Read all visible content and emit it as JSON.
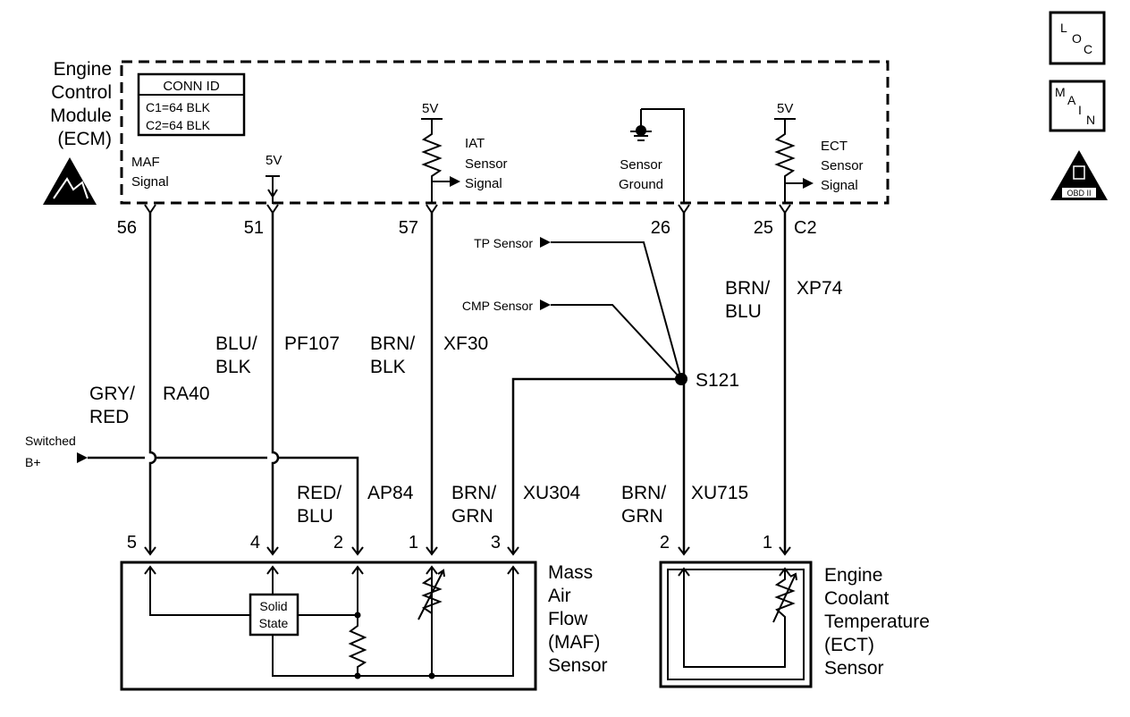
{
  "ecm": {
    "title": [
      "Engine",
      "Control",
      "Module",
      "(ECM)"
    ],
    "conn_id": {
      "header": "CONN ID",
      "lines": [
        "C1=64 BLK",
        "C2=64 BLK"
      ]
    },
    "supply_5v": "5V",
    "maf_signal": [
      "MAF",
      "Signal"
    ],
    "iat_signal": [
      "IAT",
      "Sensor",
      "Signal"
    ],
    "sensor_ground": [
      "Sensor",
      "Ground"
    ],
    "ect_signal": [
      "ECT",
      "Sensor",
      "Signal"
    ],
    "connector": "C2"
  },
  "pins": {
    "ecm": [
      "56",
      "51",
      "57",
      "26",
      "25"
    ],
    "maf": [
      "5",
      "4",
      "2",
      "1",
      "3"
    ],
    "ect": [
      "2",
      "1"
    ]
  },
  "wires": {
    "gry_red": {
      "color": [
        "GRY/",
        "RED"
      ],
      "circuit": "RA40"
    },
    "blu_blk": {
      "color": [
        "BLU/",
        "BLK"
      ],
      "circuit": "PF107"
    },
    "brn_blk": {
      "color": [
        "BRN/",
        "BLK"
      ],
      "circuit": "XF30"
    },
    "brn_blu": {
      "color": [
        "BRN/",
        "BLU"
      ],
      "circuit": "XP74"
    },
    "red_blu": {
      "color": [
        "RED/",
        "BLU"
      ],
      "circuit": "AP84"
    },
    "brn_grn_maf": {
      "color": [
        "BRN/",
        "GRN"
      ],
      "circuit": "XU304"
    },
    "brn_grn_ect": {
      "color": [
        "BRN/",
        "GRN"
      ],
      "circuit": "XU715"
    }
  },
  "splice": "S121",
  "inputs": {
    "tp_sensor": "TP Sensor",
    "cmp_sensor": "CMP Sensor",
    "switched_b": [
      "Switched",
      "B+"
    ]
  },
  "components": {
    "maf": [
      "Mass",
      "Air",
      "Flow",
      "(MAF)",
      "Sensor"
    ],
    "solid_state": [
      "Solid",
      "State"
    ],
    "ect": [
      "Engine",
      "Coolant",
      "Temperature",
      "(ECT)",
      "Sensor"
    ]
  },
  "icons": {
    "loc": [
      "L",
      "O",
      "C"
    ],
    "main": [
      "M",
      "A",
      "I",
      "N"
    ],
    "obd": "OBD II",
    "esd_icon": "esd-warning-icon"
  }
}
